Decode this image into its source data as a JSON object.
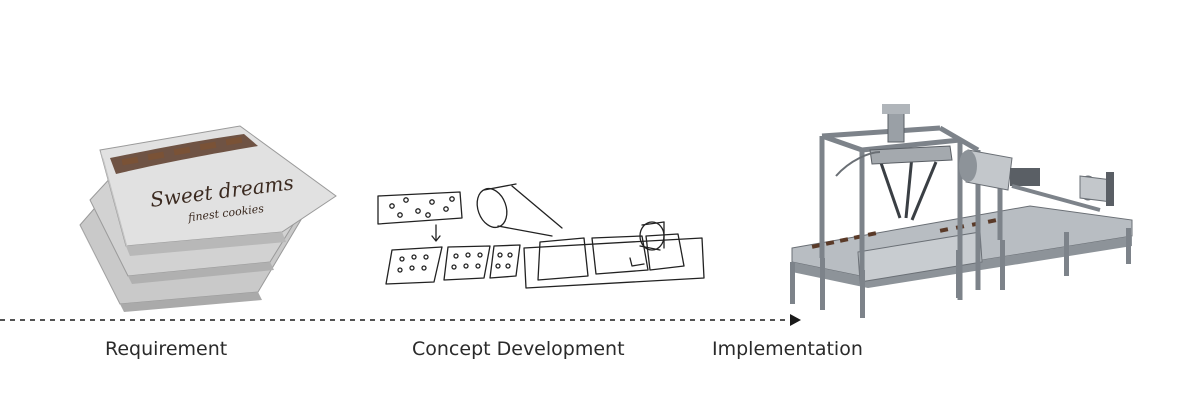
{
  "stages": [
    {
      "label": "Requirement"
    },
    {
      "label": "Concept Development"
    },
    {
      "label": "Implementation"
    }
  ],
  "package": {
    "brand": "Sweet dreams",
    "subtitle": "finest cookies"
  },
  "colors": {
    "arrow": "#1a1a1a",
    "sketch": "#222222",
    "package_silver": "#d8d8d8",
    "package_stripe": "#5a3a28",
    "machine_steel": "#8d9399",
    "machine_dark": "#4a4f55"
  }
}
